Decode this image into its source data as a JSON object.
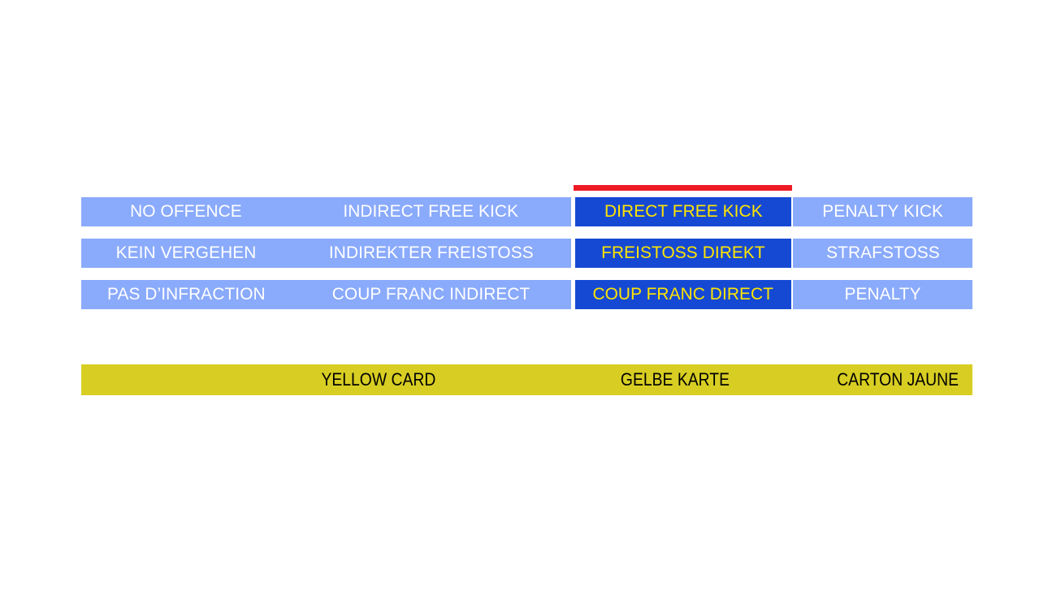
{
  "decision_table": {
    "rows": [
      {
        "language": "English",
        "cells": [
          {
            "label": "NO OFFENCE",
            "state": "normal"
          },
          {
            "label": "INDIRECT FREE KICK",
            "state": "normal"
          },
          {
            "label": "DIRECT FREE KICK",
            "state": "highlighted"
          },
          {
            "label": "PENALTY KICK",
            "state": "normal"
          }
        ]
      },
      {
        "language": "German",
        "cells": [
          {
            "label": "KEIN VERGEHEN",
            "state": "normal"
          },
          {
            "label": "INDIREKTER FREISTOSS",
            "state": "normal"
          },
          {
            "label": "FREISTOSS DIREKT",
            "state": "highlighted"
          },
          {
            "label": "STRAFSTOSS",
            "state": "normal"
          }
        ]
      },
      {
        "language": "French",
        "cells": [
          {
            "label": "PAS D’INFRACTION",
            "state": "normal"
          },
          {
            "label": "COUP FRANC INDIRECT",
            "state": "normal"
          },
          {
            "label": "COUP FRANC DIRECT",
            "state": "highlighted"
          },
          {
            "label": "PENALTY",
            "state": "normal"
          }
        ]
      }
    ]
  },
  "card_bar": {
    "labels": [
      "YELLOW CARD",
      "GELBE KARTE",
      "CARTON JAUNE"
    ]
  },
  "colors": {
    "background": "#FFFFFF",
    "cell_normal": "#8AAAFB",
    "cell_highlighted": "#1549D4",
    "text_normal": "#FFFFFF",
    "text_highlighted": "#FFE500",
    "accent_bar": "#EE1B24",
    "card_bar": "#D8CE23",
    "card_bar_text": "#000000"
  }
}
